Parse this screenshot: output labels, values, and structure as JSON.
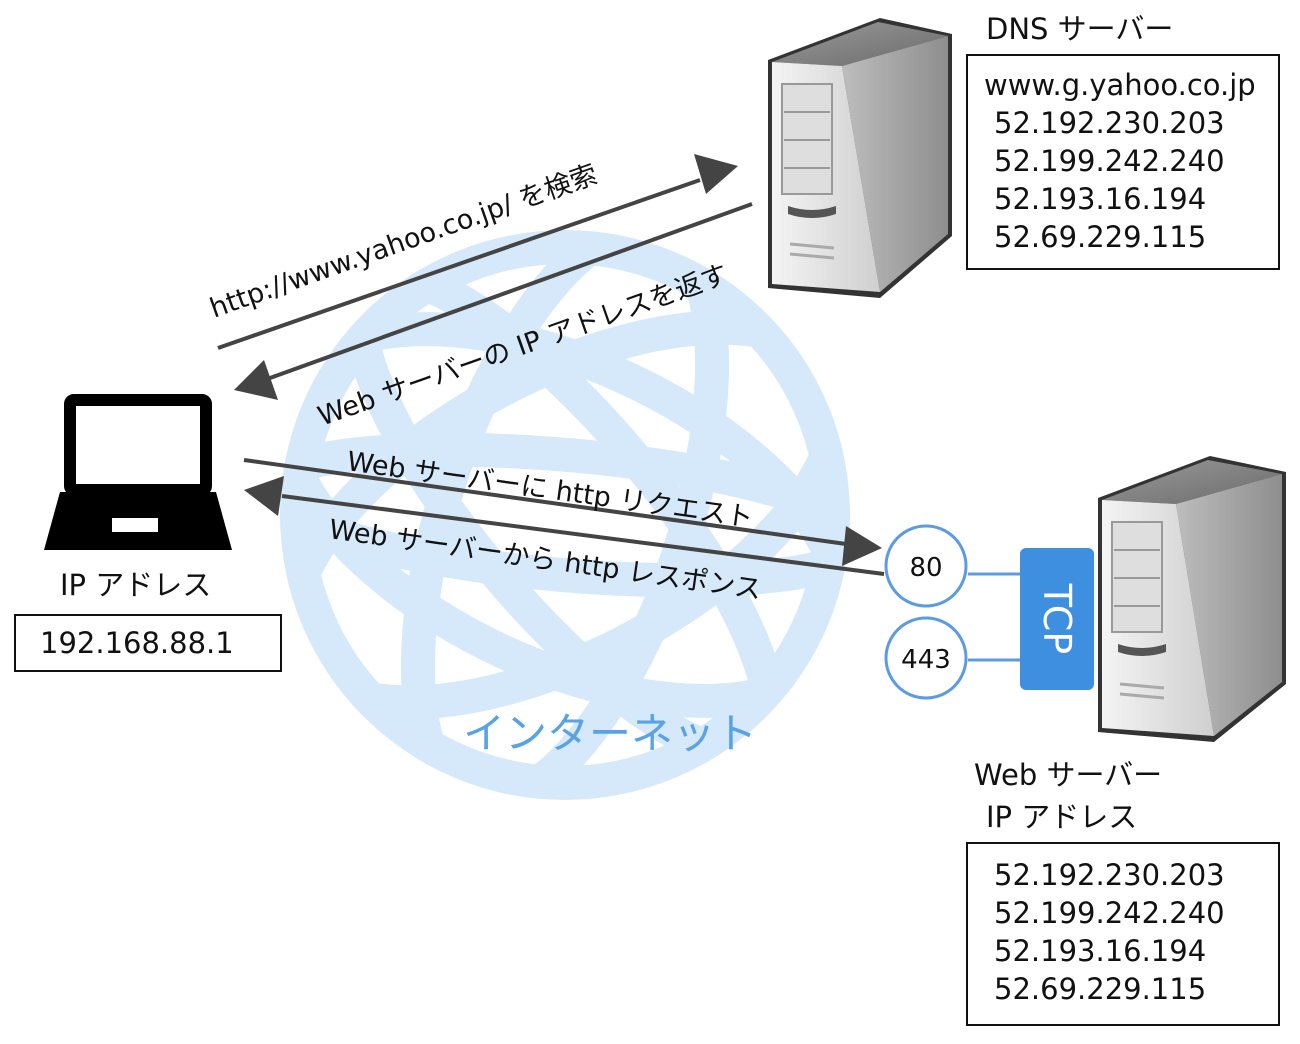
{
  "diagram": {
    "internet_label": "インターネット",
    "client": {
      "caption": "IP アドレス",
      "ip": "192.168.88.1"
    },
    "dns_server": {
      "title": "DNS サーバー",
      "records": [
        "www.g.yahoo.co.jp",
        "52.192.230.203",
        "52.199.242.240",
        "52.193.16.194",
        "52.69.229.115"
      ]
    },
    "web_server": {
      "title": "Web サーバー",
      "caption": "IP アドレス",
      "ips": [
        "52.192.230.203",
        "52.199.242.240",
        "52.193.16.194",
        "52.69.229.115"
      ]
    },
    "ports": [
      "80",
      "443"
    ],
    "protocol": "TCP",
    "arrows": {
      "dns_query": "http://www.yahoo.co.jp/ を検索",
      "dns_reply": "Web サーバーの IP アドレスを返す",
      "http_request": "Web サーバーに http リクエスト",
      "http_response": "Web サーバーから http レスポンス"
    },
    "colors": {
      "globe": "#d6e9fb",
      "internet_text": "#5aa2e6",
      "port_ring": "#5b9be3",
      "tcp_block": "#3f8fe0",
      "arrow": "#444444"
    }
  }
}
